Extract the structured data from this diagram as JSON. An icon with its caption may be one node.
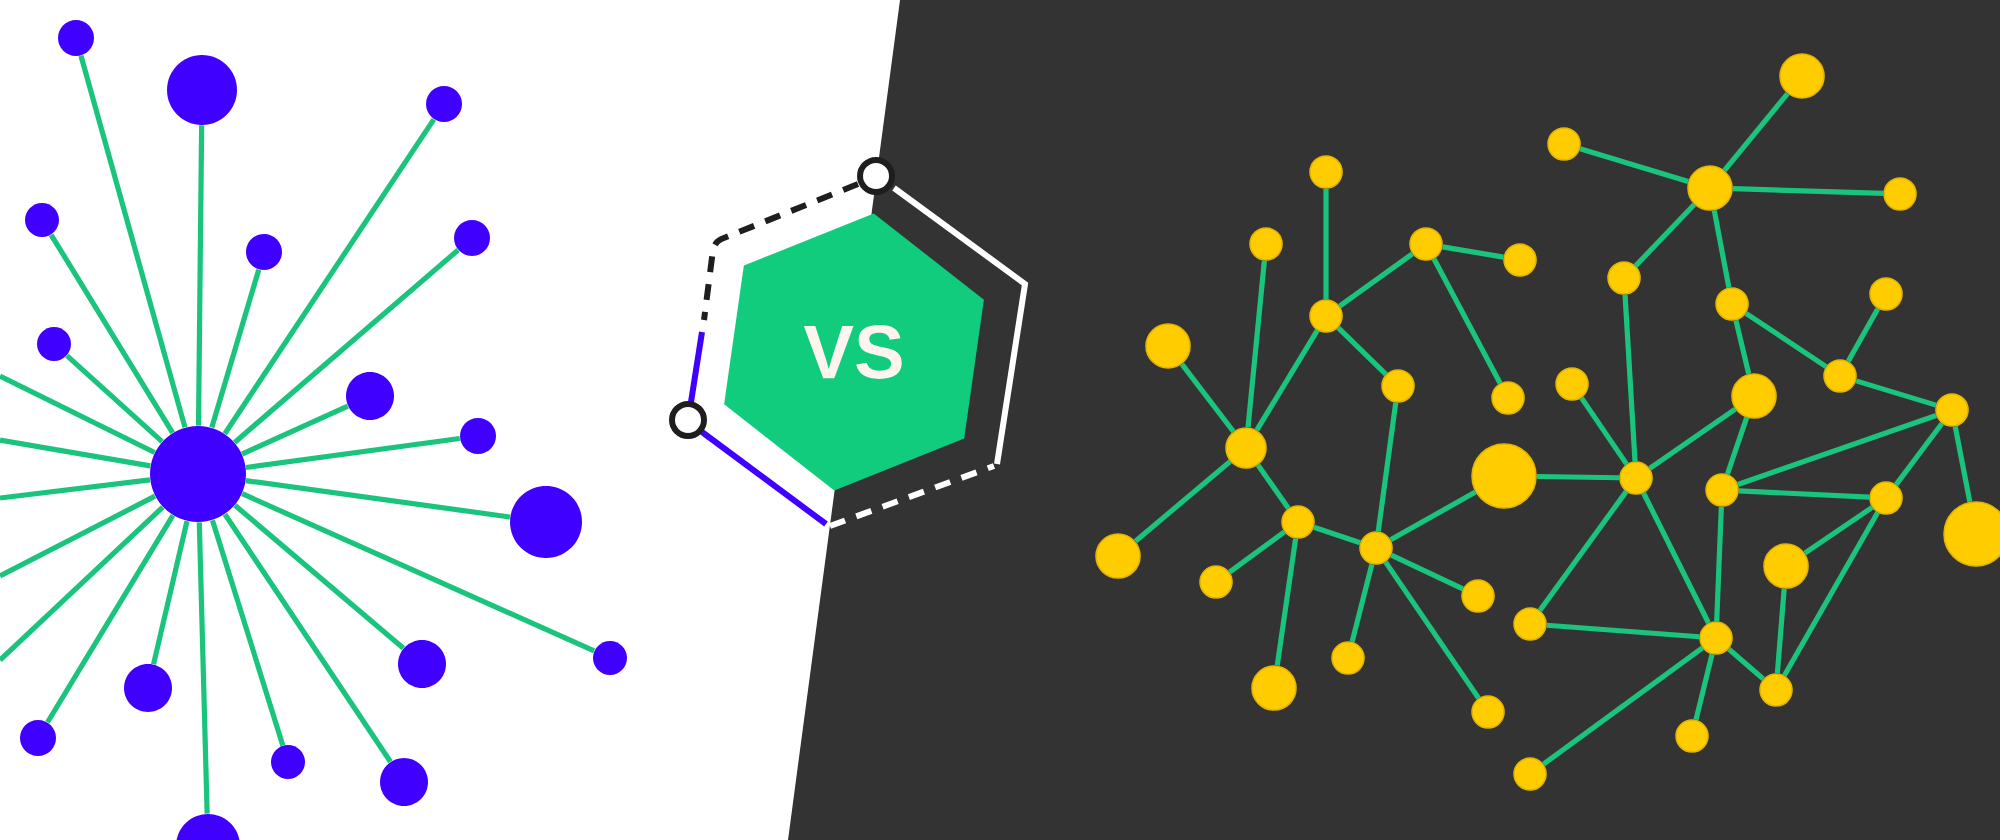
{
  "diagram": {
    "nodes": [
      {
        "text": [],
        "shape": "circle"
      },
      {
        "text": [],
        "shape": "circle"
      },
      {
        "text": [],
        "shape": "circle"
      },
      {
        "text": [],
        "shape": "circle"
      },
      {
        "text": [],
        "shape": "circle"
      },
      {
        "text": [],
        "shape": "circle"
      },
      {
        "text": [],
        "shape": "circle"
      },
      {
        "text": [],
        "shape": "circle"
      },
      {
        "text": [],
        "shape": "circle"
      },
      {
        "text": [],
        "shape": "circle"
      },
      {
        "text": [],
        "shape": "circle"
      },
      {
        "text": [],
        "shape": "circle"
      },
      {
        "text": [],
        "shape": "circle"
      },
      {
        "text": [],
        "shape": "circle"
      },
      {
        "text": [],
        "shape": "circle"
      },
      {
        "text": [],
        "shape": "circle"
      },
      {
        "text": [],
        "shape": "circle"
      },
      {
        "text": [],
        "shape": "circle"
      },
      {
        "text": [
          "VS"
        ]
      },
      {
        "text": [],
        "shape": "circle"
      },
      {
        "text": [],
        "shape": "circle"
      },
      {
        "text": [],
        "shape": "circle"
      },
      {
        "text": [],
        "shape": "circle"
      },
      {
        "text": [],
        "shape": "circle"
      },
      {
        "text": [],
        "shape": "circle"
      },
      {
        "text": [],
        "shape": "circle"
      },
      {
        "text": [],
        "shape": "circle"
      },
      {
        "text": [],
        "shape": "circle"
      },
      {
        "text": [],
        "shape": "circle"
      },
      {
        "text": [],
        "shape": "circle"
      },
      {
        "text": [],
        "shape": "circle"
      },
      {
        "text": [],
        "shape": "circle"
      },
      {
        "text": [],
        "shape": "circle"
      },
      {
        "text": [],
        "shape": "circle"
      },
      {
        "text": [],
        "shape": "circle"
      },
      {
        "text": [],
        "shape": "circle"
      },
      {
        "text": [],
        "shape": "circle"
      },
      {
        "text": [],
        "shape": "circle"
      },
      {
        "text": [],
        "shape": "circle"
      },
      {
        "text": [],
        "shape": "circle"
      },
      {
        "text": [],
        "shape": "circle"
      },
      {
        "text": [],
        "shape": "circle"
      },
      {
        "text": [],
        "shape": "circle"
      },
      {
        "text": [],
        "shape": "circle"
      },
      {
        "text": [],
        "shape": "circle"
      },
      {
        "text": [],
        "shape": "circle"
      },
      {
        "text": [],
        "shape": "circle"
      },
      {
        "text": [],
        "shape": "circle"
      },
      {
        "text": [],
        "shape": "circle"
      },
      {
        "text": [],
        "shape": "circle"
      },
      {
        "text": [],
        "shape": "circle"
      },
      {
        "text": [],
        "shape": "circle"
      },
      {
        "text": [],
        "shape": "circle"
      },
      {
        "text": [],
        "shape": "circle"
      },
      {
        "text": [],
        "shape": "circle"
      },
      {
        "text": [],
        "shape": "circle"
      },
      {
        "text": [],
        "shape": "circle"
      },
      {
        "text": [],
        "shape": "circle"
      }
    ],
    "edges": [
      {
        "from": 9,
        "to": 0,
        "arrow": "none"
      },
      {
        "from": 9,
        "to": 1,
        "arrow": "none"
      },
      {
        "from": 9,
        "to": 2,
        "arrow": "none"
      },
      {
        "from": 9,
        "to": 3,
        "arrow": "none"
      },
      {
        "from": 9,
        "to": 4,
        "arrow": "none"
      },
      {
        "from": 9,
        "to": 5,
        "arrow": "none"
      },
      {
        "from": 9,
        "to": 6,
        "arrow": "none"
      },
      {
        "from": 9,
        "to": 7,
        "arrow": "none"
      },
      {
        "from": 9,
        "to": 8,
        "arrow": "none"
      },
      {
        "from": 9,
        "to": 10,
        "arrow": "none"
      },
      {
        "from": 9,
        "to": 11,
        "arrow": "none"
      },
      {
        "from": 9,
        "to": 12,
        "arrow": "none"
      },
      {
        "from": 9,
        "to": 13,
        "arrow": "none"
      },
      {
        "from": 9,
        "to": 14,
        "arrow": "none"
      },
      {
        "from": 9,
        "to": 15,
        "arrow": "none"
      },
      {
        "from": 9,
        "to": 16,
        "arrow": "none"
      },
      {
        "from": 9,
        "to": 17,
        "arrow": "none"
      },
      {
        "from": 9,
        "to": null,
        "arrow": "none"
      },
      {
        "from": 9,
        "to": null,
        "arrow": "none"
      },
      {
        "from": 9,
        "to": null,
        "arrow": "none"
      },
      {
        "from": 9,
        "to": null,
        "arrow": "none"
      },
      {
        "from": 9,
        "to": null,
        "arrow": "none"
      },
      {
        "from": 21,
        "to": 30,
        "arrow": "none"
      },
      {
        "from": 30,
        "to": 25,
        "arrow": "none"
      },
      {
        "from": 25,
        "to": 26,
        "arrow": "none"
      },
      {
        "from": 25,
        "to": 36,
        "arrow": "none"
      },
      {
        "from": 30,
        "to": 34,
        "arrow": "none"
      },
      {
        "from": 34,
        "to": 45,
        "arrow": "none"
      },
      {
        "from": 30,
        "to": 38,
        "arrow": "none"
      },
      {
        "from": 24,
        "to": 38,
        "arrow": "none"
      },
      {
        "from": 31,
        "to": 38,
        "arrow": "none"
      },
      {
        "from": 38,
        "to": 46,
        "arrow": "none"
      },
      {
        "from": 38,
        "to": 43,
        "arrow": "none"
      },
      {
        "from": 43,
        "to": 48,
        "arrow": "none"
      },
      {
        "from": 43,
        "to": 53,
        "arrow": "none"
      },
      {
        "from": 43,
        "to": 45,
        "arrow": "none"
      },
      {
        "from": 45,
        "to": 39,
        "arrow": "none"
      },
      {
        "from": 45,
        "to": 49,
        "arrow": "none"
      },
      {
        "from": 45,
        "to": 52,
        "arrow": "none"
      },
      {
        "from": 45,
        "to": 55,
        "arrow": "none"
      },
      {
        "from": 19,
        "to": 22,
        "arrow": "none"
      },
      {
        "from": 20,
        "to": 22,
        "arrow": "none"
      },
      {
        "from": 22,
        "to": 23,
        "arrow": "none"
      },
      {
        "from": 22,
        "to": 27,
        "arrow": "none"
      },
      {
        "from": 22,
        "to": 29,
        "arrow": "none"
      },
      {
        "from": 27,
        "to": 40,
        "arrow": "none"
      },
      {
        "from": 29,
        "to": 32,
        "arrow": "none"
      },
      {
        "from": 29,
        "to": 35,
        "arrow": "none"
      },
      {
        "from": 28,
        "to": 32,
        "arrow": "none"
      },
      {
        "from": 32,
        "to": 37,
        "arrow": "none"
      },
      {
        "from": 35,
        "to": 40,
        "arrow": "none"
      },
      {
        "from": 35,
        "to": 41,
        "arrow": "none"
      },
      {
        "from": 39,
        "to": 40,
        "arrow": "none"
      },
      {
        "from": 33,
        "to": 40,
        "arrow": "none"
      },
      {
        "from": 37,
        "to": 41,
        "arrow": "none"
      },
      {
        "from": 37,
        "to": 42,
        "arrow": "none"
      },
      {
        "from": 37,
        "to": 44,
        "arrow": "none"
      },
      {
        "from": 41,
        "to": 42,
        "arrow": "none"
      },
      {
        "from": 41,
        "to": 51,
        "arrow": "none"
      },
      {
        "from": 42,
        "to": 47,
        "arrow": "none"
      },
      {
        "from": 42,
        "to": 54,
        "arrow": "none"
      },
      {
        "from": 47,
        "to": 54,
        "arrow": "none"
      },
      {
        "from": 40,
        "to": 50,
        "arrow": "none"
      },
      {
        "from": 40,
        "to": 51,
        "arrow": "none"
      },
      {
        "from": 50,
        "to": 51,
        "arrow": "none"
      },
      {
        "from": 51,
        "to": 54,
        "arrow": "none"
      },
      {
        "from": 51,
        "to": 56,
        "arrow": "none"
      },
      {
        "from": 51,
        "to": 57,
        "arrow": "none"
      }
    ]
  }
}
